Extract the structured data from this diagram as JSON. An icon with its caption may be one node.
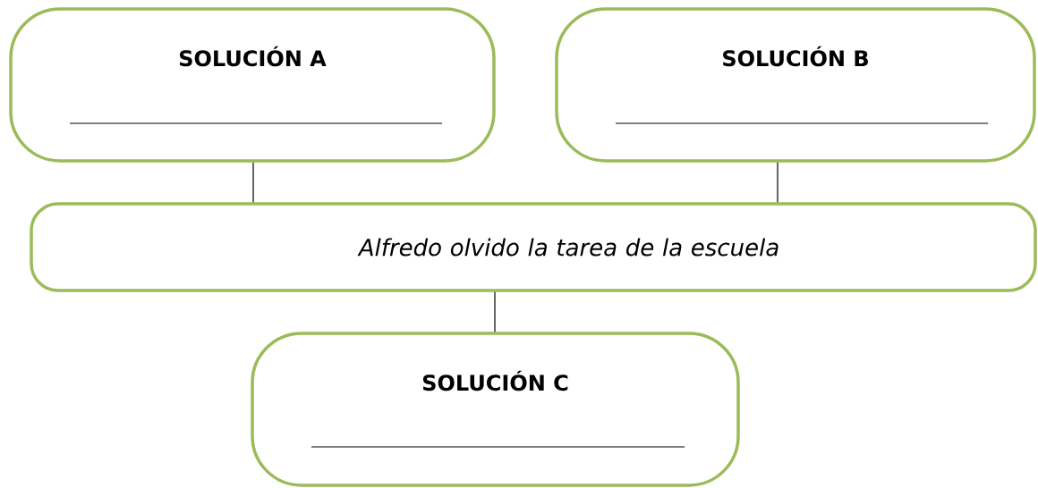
{
  "diagram": {
    "nodes": [
      {
        "text": [
          "SOLUCIÓN A"
        ]
      },
      {
        "text": [
          "SOLUCIÓN B"
        ]
      },
      {
        "text": [
          "Alfredo olvido la tarea de la escuela"
        ]
      },
      {
        "text": [
          "SOLUCIÓN C"
        ]
      }
    ],
    "edges": [
      {
        "from": 0,
        "to": 2,
        "arrow": "none"
      },
      {
        "from": 1,
        "to": 2,
        "arrow": "none"
      },
      {
        "from": 2,
        "to": 3,
        "arrow": "none"
      }
    ]
  }
}
